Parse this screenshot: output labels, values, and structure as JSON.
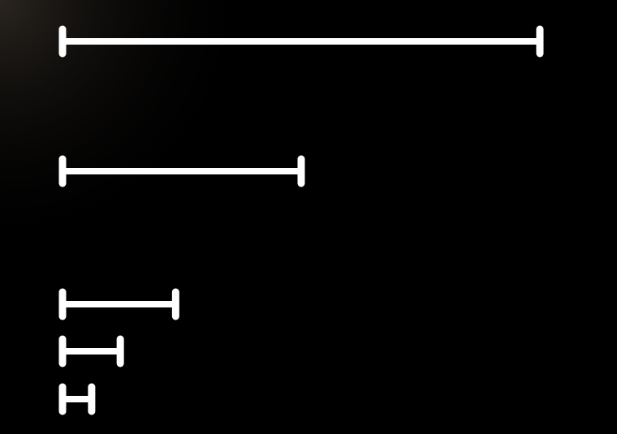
{
  "colors": {
    "background": "#000000",
    "glow": "#2a2520",
    "bar": "#ffffff"
  },
  "bars": [
    {
      "relative_length": 1.0
    },
    {
      "relative_length": 0.5
    },
    {
      "relative_length": 0.237
    },
    {
      "relative_length": 0.121
    },
    {
      "relative_length": 0.061
    }
  ]
}
